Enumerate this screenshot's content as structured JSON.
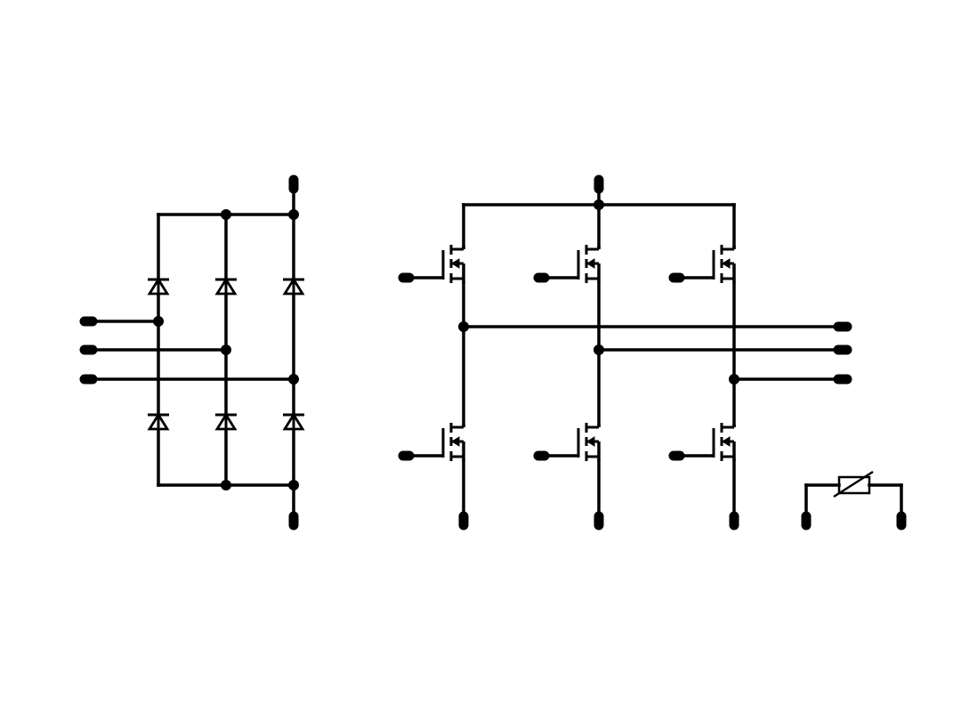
{
  "diagram": {
    "type": "electrical-schematic",
    "colors": {
      "line": "#000000",
      "background": "#ffffff"
    },
    "components": {
      "rectifier": {
        "symbol": "diode",
        "count": 6
      },
      "inverter": {
        "symbol": "mosfet",
        "count": 6
      },
      "thermistor": {
        "symbol": "variable-resistor",
        "count": 1
      }
    }
  }
}
